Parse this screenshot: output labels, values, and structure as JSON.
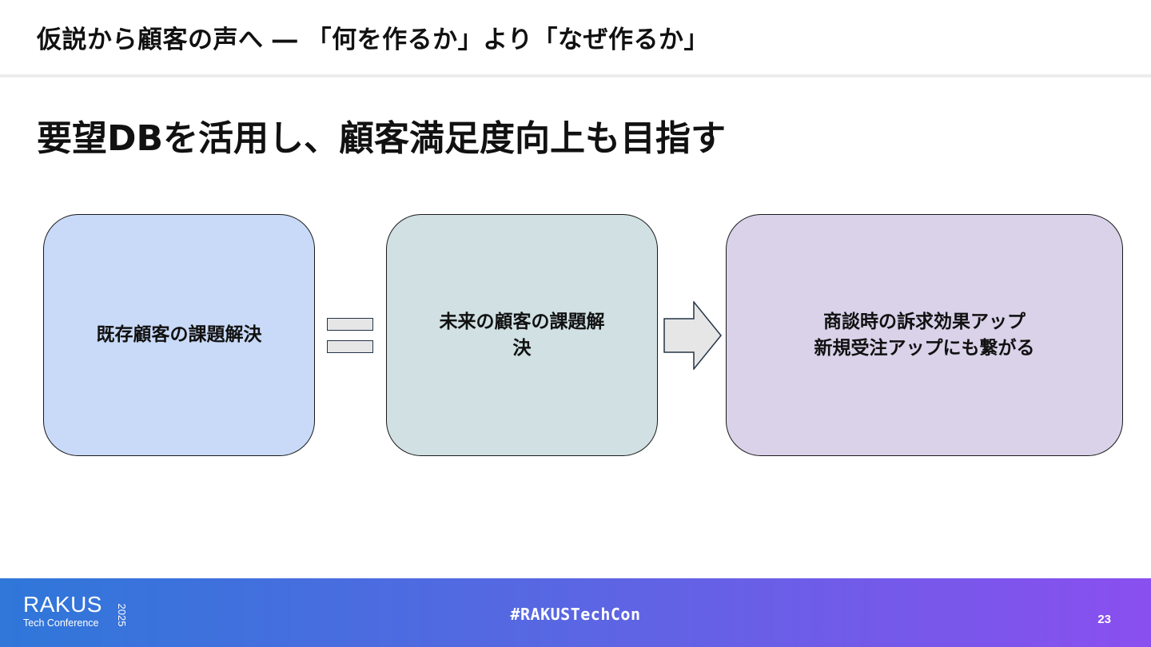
{
  "header": {
    "title": "仮説から顧客の声へ ― 「何を作るか」より「なぜ作るか」"
  },
  "slide": {
    "subtitle": "要望DBを活用し、顧客満足度向上も目指す"
  },
  "flow": {
    "boxes": [
      {
        "lines": [
          "既存顧客の課題解決"
        ],
        "color": "#c9daf8"
      },
      {
        "lines": [
          "未来の顧客の課題解",
          "決"
        ],
        "color": "#d0e0e3"
      },
      {
        "lines": [
          "商談時の訴求効果アップ",
          "新規受注アップにも繋がる"
        ],
        "color": "#d9d2e9"
      }
    ],
    "connector_1": "equals-icon",
    "connector_2": "arrow-right-icon"
  },
  "footer": {
    "logo": {
      "word": "RAKUS",
      "sub": "Tech Conference",
      "year": "2025"
    },
    "hashtag": "#RAKUSTechCon",
    "page_number": "23",
    "gradient": [
      "#2f77d9",
      "#5a66e3",
      "#8a4fef"
    ]
  }
}
